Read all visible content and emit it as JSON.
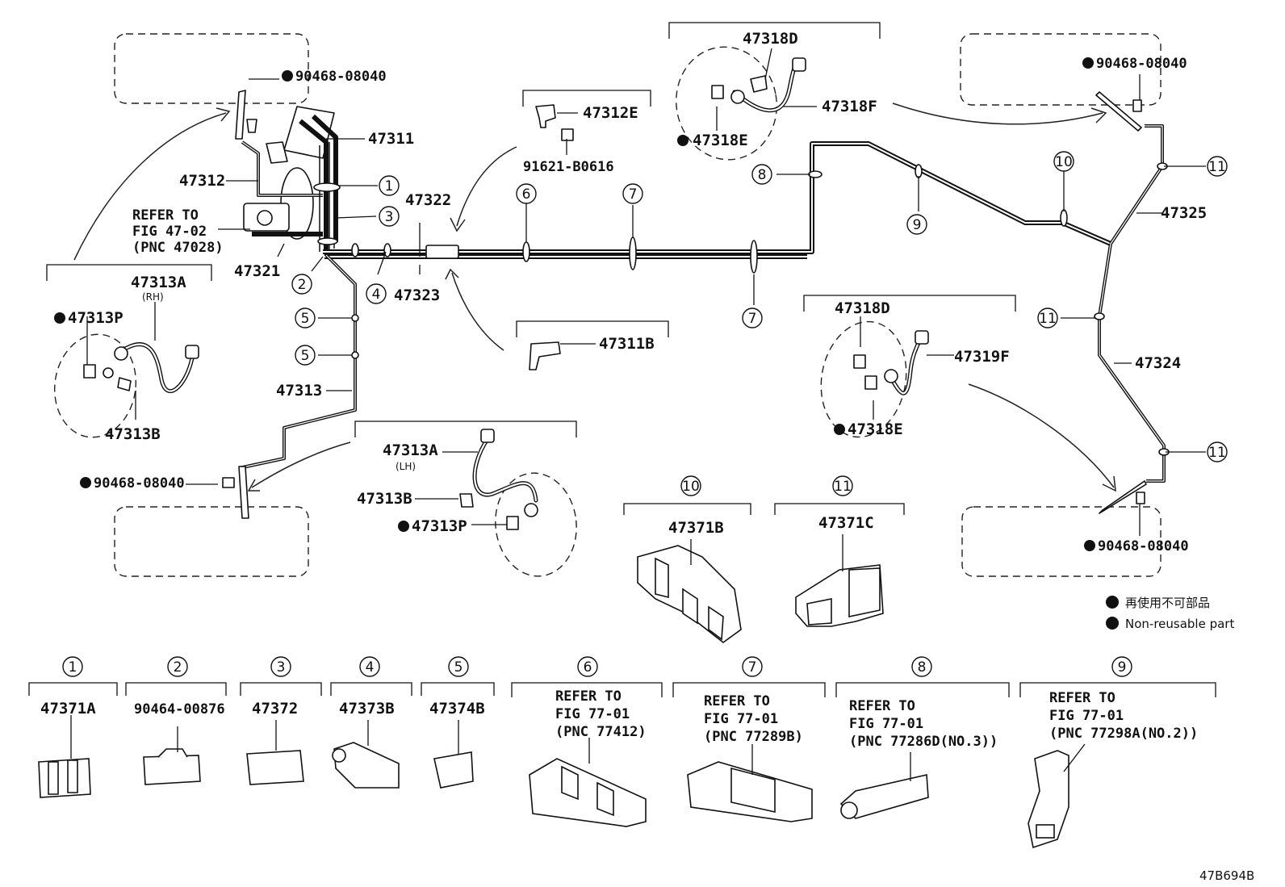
{
  "figure_id": "47B694B",
  "legend": {
    "japanese": "再使用不可部品",
    "english": "Non-reusable part"
  },
  "labels": {
    "top_left_bolt": "90468-08040",
    "p47311": "47311",
    "p47312": "47312",
    "refer_fig_line1": "REFER TO",
    "refer_fig_line2": "FIG 47-02",
    "refer_fig_line3": "(PNC 47028)",
    "p47321": "47321",
    "p47322": "47322",
    "p47323": "47323",
    "p47313": "47313",
    "p47313a_rh": "47313A",
    "rh": "(RH)",
    "p47313p_rh": "47313P",
    "p47313b_rh": "47313B",
    "bottom_left_bolt": "90468-08040",
    "p47313a_lh": "47313A",
    "lh": "(LH)",
    "p47313b_lh": "47313B",
    "p47313p_lh": "47313P",
    "p47312e": "47312E",
    "bolt_91621": "91621-B0616",
    "p47311b": "47311B",
    "p47318d_top": "47318D",
    "p47318f": "47318F",
    "p47318e_top": "47318E",
    "top_right_bolt": "90468-08040",
    "p47325": "47325",
    "p47324": "47324",
    "p47318d_mid": "47318D",
    "p47319f": "47319F",
    "p47318e_mid": "47318E",
    "bottom_right_bolt": "90468-08040",
    "p47371b": "47371B",
    "p47371c": "47371C"
  },
  "callouts": {
    "c1": "1",
    "c2": "2",
    "c3": "3",
    "c4": "4",
    "c5": "5",
    "c6": "6",
    "c7": "7",
    "c8": "8",
    "c9": "9",
    "c10": "10",
    "c11": "11"
  },
  "bottom_row": [
    {
      "num": "1",
      "part": "47371A"
    },
    {
      "num": "2",
      "part": "90464-00876"
    },
    {
      "num": "3",
      "part": "47372"
    },
    {
      "num": "4",
      "part": "47373B"
    },
    {
      "num": "5",
      "part": "47374B"
    },
    {
      "num": "6",
      "refer1": "REFER TO",
      "refer2": "FIG 77-01",
      "refer3": "(PNC 77412)"
    },
    {
      "num": "7",
      "refer1": "REFER TO",
      "refer2": "FIG 77-01",
      "refer3": "(PNC 77289B)"
    },
    {
      "num": "8",
      "refer1": "REFER TO",
      "refer2": "FIG 77-01",
      "refer3": "(PNC 77286D(NO.3))"
    },
    {
      "num": "9",
      "refer1": "REFER TO",
      "refer2": "FIG 77-01",
      "refer3": "(PNC 77298A(NO.2))"
    }
  ]
}
